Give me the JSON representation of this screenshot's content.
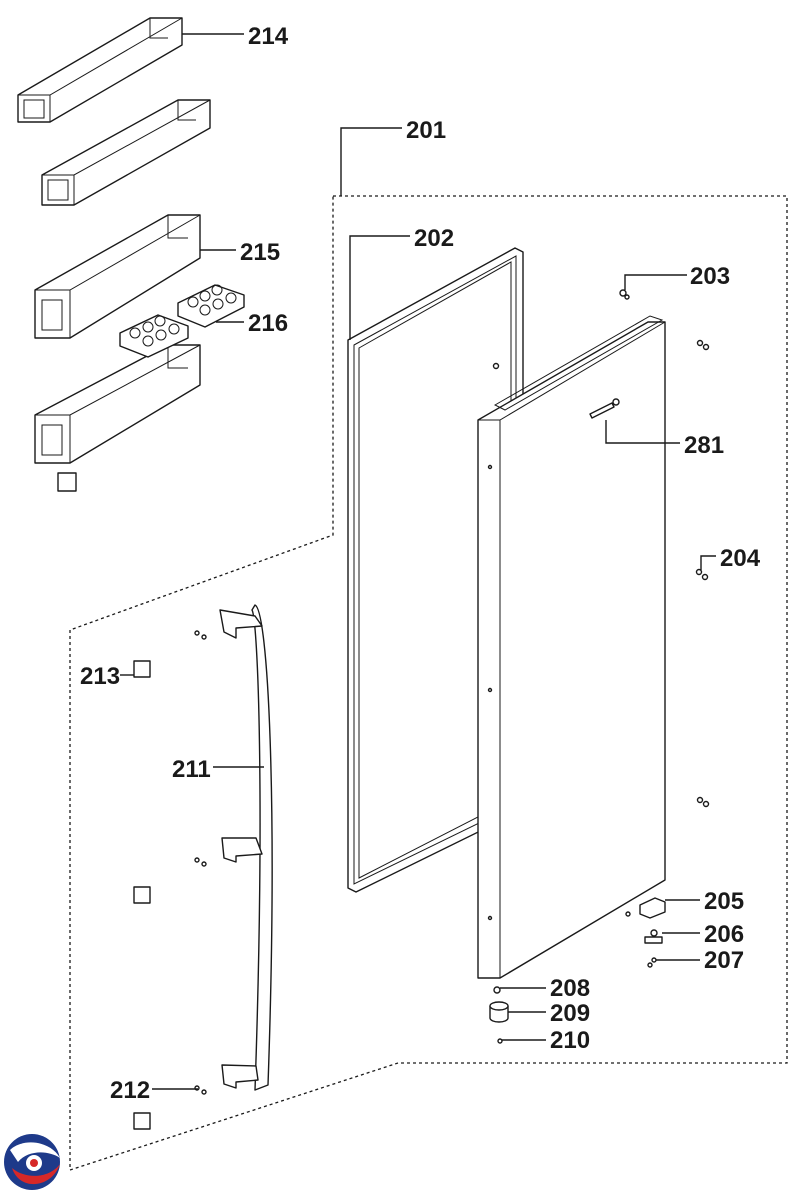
{
  "diagram": {
    "labels": {
      "p201": "201",
      "p202": "202",
      "p203": "203",
      "p204": "204",
      "p205": "205",
      "p206": "206",
      "p207": "207",
      "p208": "208",
      "p209": "209",
      "p210": "210",
      "p211": "211",
      "p212": "212",
      "p213": "213",
      "p214": "214",
      "p215": "215",
      "p216": "216",
      "p281": "281"
    },
    "colors": {
      "line": "#1a1a1a",
      "background": "#ffffff",
      "logo_blue": "#1e3a8a",
      "logo_red": "#d62828"
    }
  }
}
